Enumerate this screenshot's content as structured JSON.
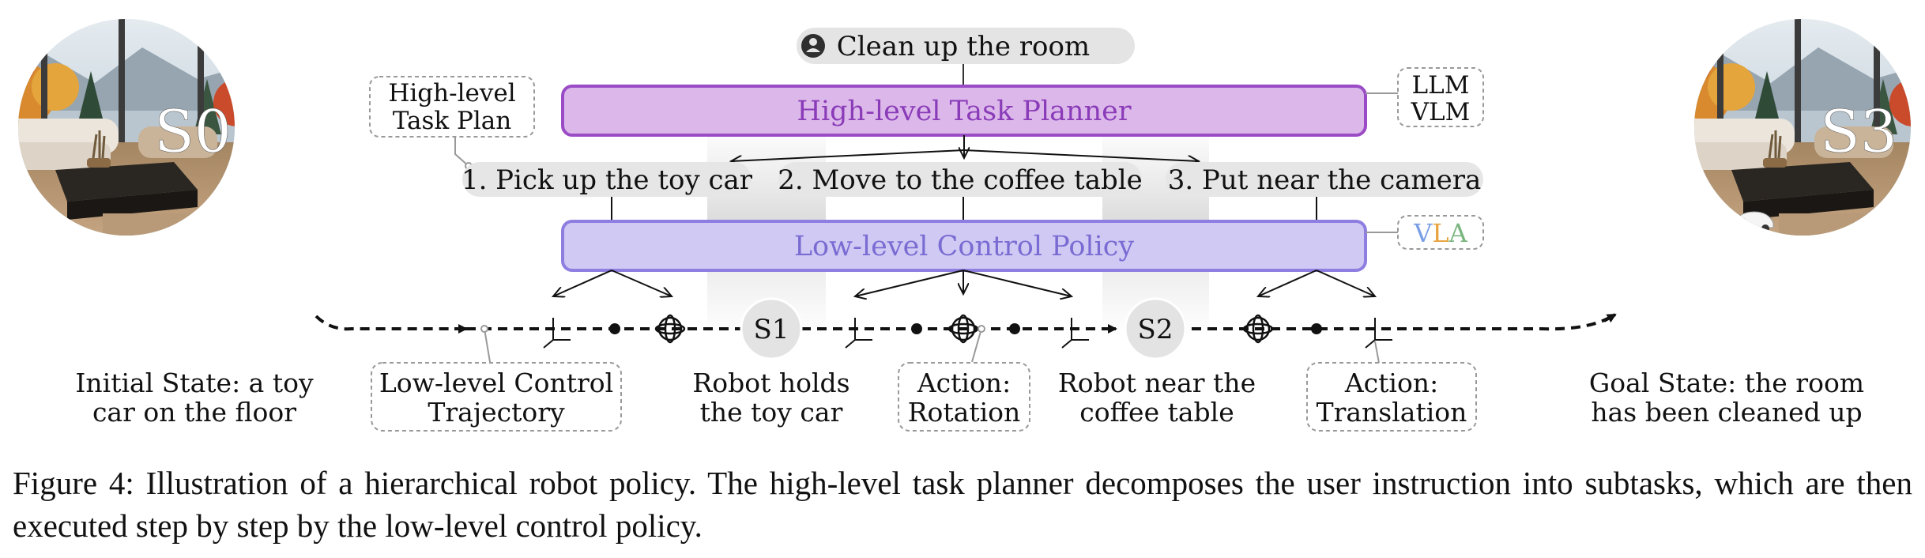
{
  "user_instruction": "Clean up the room",
  "high_level_planner": "High-level Task Planner",
  "high_level_plan_label": [
    "High-level",
    "Task Plan"
  ],
  "llm_vlm": [
    "LLM",
    "VLM"
  ],
  "subtasks": [
    "1. Pick up the toy car",
    "2. Move to the coffee table",
    "3. Put near the camera"
  ],
  "low_level_policy": "Low-level Control Policy",
  "vla": {
    "letters": [
      "V",
      "L",
      "A"
    ],
    "colors": [
      "#7a9ee6",
      "#e8a23c",
      "#79b57e"
    ]
  },
  "states": {
    "s0": "S0",
    "s1": "S1",
    "s2": "S2",
    "s3": "S3"
  },
  "labels": {
    "initial_state": [
      "Initial State: a toy",
      "car on the floor"
    ],
    "low_level_trajectory": [
      "Low-level Control",
      "Trajectory"
    ],
    "robot_holds": [
      "Robot holds",
      "the toy car"
    ],
    "action_rotation": [
      "Action:",
      "Rotation"
    ],
    "robot_near": [
      "Robot near the",
      "coffee table"
    ],
    "action_translation": [
      "Action:",
      "Translation"
    ],
    "goal_state": [
      "Goal State: the room",
      "has been cleaned up"
    ]
  },
  "icons": {
    "user": "person-icon",
    "axes": "coordinate-axes-icon",
    "rotation": "rotation-gimbal-icon"
  },
  "colors": {
    "planner_fill": "#dcb8ea",
    "planner_stroke": "#9a4cc6",
    "planner_text": "#8a3bb8",
    "policy_fill": "#cfc9f3",
    "policy_stroke": "#8d7ee0",
    "policy_text": "#7a6bd3",
    "pill_fill": "#e6e6e6"
  },
  "caption": "Figure 4: Illustration of a hierarchical robot policy. The high-level task planner decomposes the user instruction into subtasks, which are then executed step by step by the low-level control policy."
}
